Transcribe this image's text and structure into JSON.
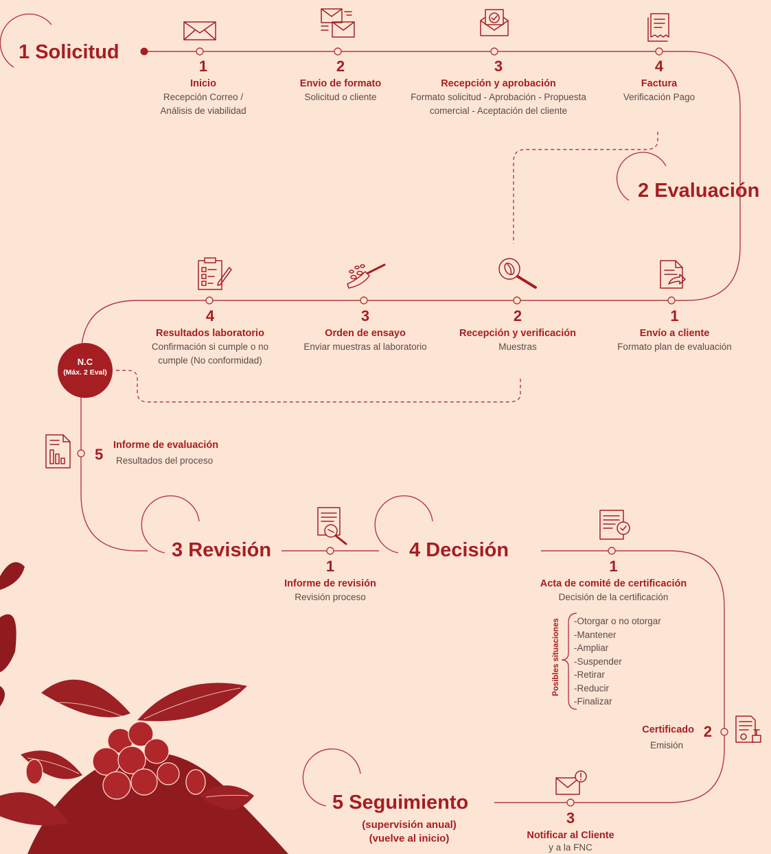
{
  "phases": {
    "p1": {
      "num": "1",
      "name": "Solicitud"
    },
    "p2": {
      "num": "2",
      "name": "Evaluación"
    },
    "p3": {
      "num": "3",
      "name": "Revisión"
    },
    "p4": {
      "num": "4",
      "name": "Decisión"
    },
    "p5": {
      "num": "5",
      "name": "Seguimiento",
      "sub1": "(supervisión anual)",
      "sub2": "(vuelve al inicio)"
    }
  },
  "solicitud_steps": [
    {
      "num": "1",
      "title": "Inicio",
      "desc1": "Recepción Correo /",
      "desc2": "Análisis de viabilidad",
      "icon": "envelope-icon"
    },
    {
      "num": "2",
      "title": "Envio de formato",
      "desc1": "Solicitud o cliente",
      "desc2": "",
      "icon": "envelopes-send-icon"
    },
    {
      "num": "3",
      "title": "Recepción y aprobación",
      "desc1": "Formato solicitud - Aprobación - Propuesta",
      "desc2": "comercial - Aceptación del cliente",
      "icon": "approved-envelope-icon"
    },
    {
      "num": "4",
      "title": "Factura",
      "desc1": "Verificación Pago",
      "desc2": "",
      "icon": "invoice-icon"
    }
  ],
  "evaluacion_steps": [
    {
      "num": "1",
      "title": "Envío a cliente",
      "desc1": "Formato plan de evaluación",
      "desc2": "",
      "icon": "document-send-icon"
    },
    {
      "num": "2",
      "title": "Recepción y verificación",
      "desc1": "Muestras",
      "desc2": "",
      "icon": "magnifier-bean-icon"
    },
    {
      "num": "3",
      "title": "Orden de ensayo",
      "desc1": "Enviar muestras al laboratorio",
      "desc2": "",
      "icon": "coffee-scoop-icon"
    },
    {
      "num": "4",
      "title": "Resultados laboratorio",
      "desc1": "Confirmación si cumple o no",
      "desc2": "cumple (No conformidad)",
      "icon": "checklist-icon"
    },
    {
      "num": "5",
      "title": "Informe de evaluación",
      "desc1": "Resultados del proceso",
      "desc2": "",
      "icon": "report-chart-icon"
    }
  ],
  "nc_badge": {
    "line1": "N.C",
    "line2": "(Máx. 2 Eval)"
  },
  "revision_step": {
    "num": "1",
    "title": "Informe de revisión",
    "desc1": "Revisión proceso",
    "icon": "document-review-icon"
  },
  "decision_steps": [
    {
      "num": "1",
      "title": "Acta de comité de certificación",
      "desc1": "Decisión de la certificación",
      "icon": "certificate-document-icon"
    },
    {
      "num": "2",
      "title": "Certificado",
      "desc1": "Emisión",
      "icon": "certificate-stamp-icon"
    },
    {
      "num": "3",
      "title": "Notificar al Cliente",
      "desc1": "y a la FNC",
      "icon": "envelope-alert-icon"
    }
  ],
  "situations_label": "Posibles situaciones",
  "situations": [
    "-Otorgar o no otorgar",
    "-Mantener",
    "-Ampliar",
    "-Suspender",
    "-Retirar",
    "-Reducir",
    "-Finalizar"
  ],
  "colors": {
    "background": "#fde5d6",
    "accent": "#a51e22",
    "text": "#5b4a44"
  }
}
